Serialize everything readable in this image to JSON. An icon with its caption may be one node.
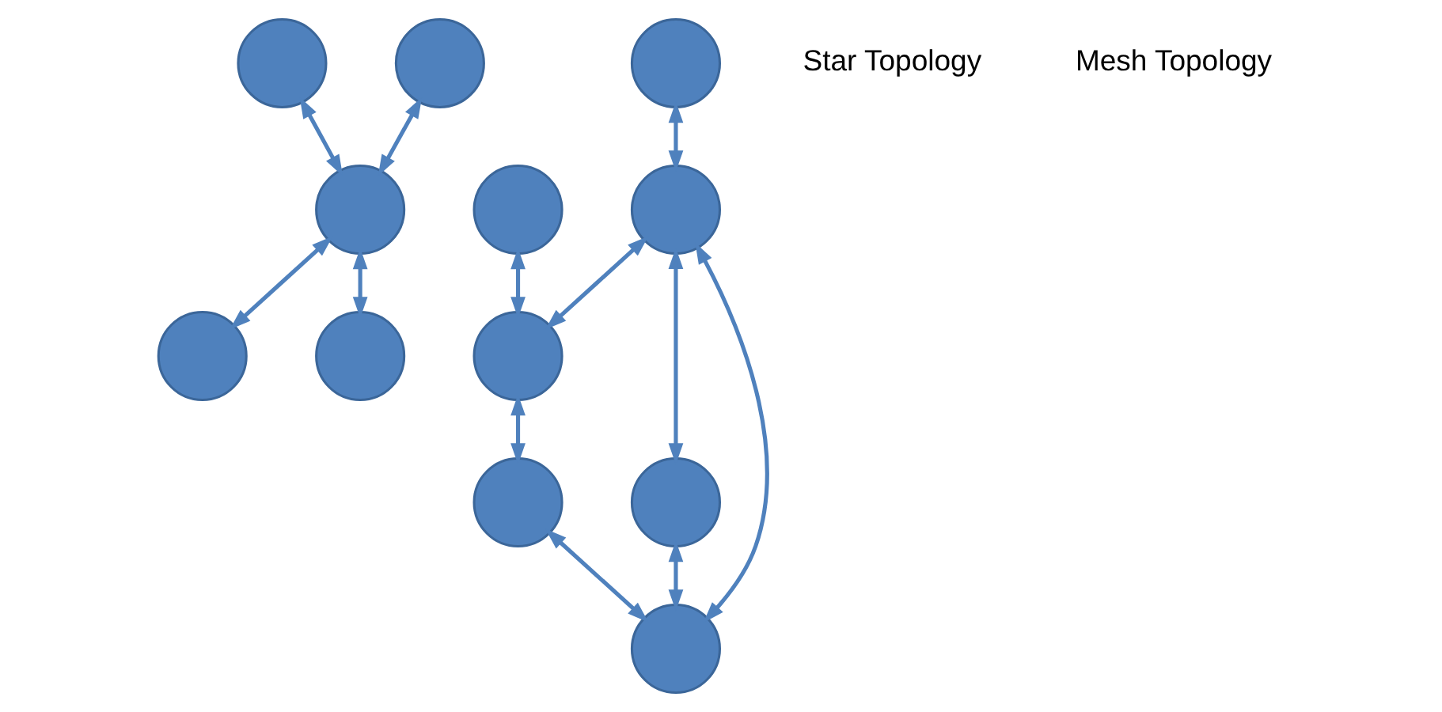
{
  "diagram": {
    "nodes": [
      {
        "text": [],
        "shape": "circle"
      },
      {
        "text": [],
        "shape": "circle"
      },
      {
        "text": [],
        "shape": "circle"
      },
      {
        "text": [],
        "shape": "circle"
      },
      {
        "text": [],
        "shape": "circle"
      },
      {
        "text": [],
        "shape": "circle"
      },
      {
        "text": [],
        "shape": "circle"
      },
      {
        "text": [],
        "shape": "circle"
      },
      {
        "text": [],
        "shape": "circle"
      },
      {
        "text": [],
        "shape": "circle"
      },
      {
        "text": [],
        "shape": "circle"
      },
      {
        "text": [],
        "shape": "circle"
      }
    ],
    "edges": [
      {
        "from": 0,
        "to": 2,
        "arrow": "both"
      },
      {
        "from": 1,
        "to": 2,
        "arrow": "both"
      },
      {
        "from": 2,
        "to": 3,
        "arrow": "both"
      },
      {
        "from": 2,
        "to": 4,
        "arrow": "both"
      },
      {
        "from": 5,
        "to": 7,
        "arrow": "both"
      },
      {
        "from": 6,
        "to": 8,
        "arrow": "both"
      },
      {
        "from": 8,
        "to": 7,
        "arrow": "both"
      },
      {
        "from": 7,
        "to": 9,
        "arrow": "both"
      },
      {
        "from": 8,
        "to": 10,
        "arrow": "both"
      },
      {
        "from": 8,
        "to": 11,
        "arrow": "both"
      },
      {
        "from": 10,
        "to": 11,
        "arrow": "both"
      },
      {
        "from": 9,
        "to": 11,
        "arrow": "both"
      }
    ],
    "labels": [
      "Star Topology",
      "Mesh Topology"
    ]
  }
}
